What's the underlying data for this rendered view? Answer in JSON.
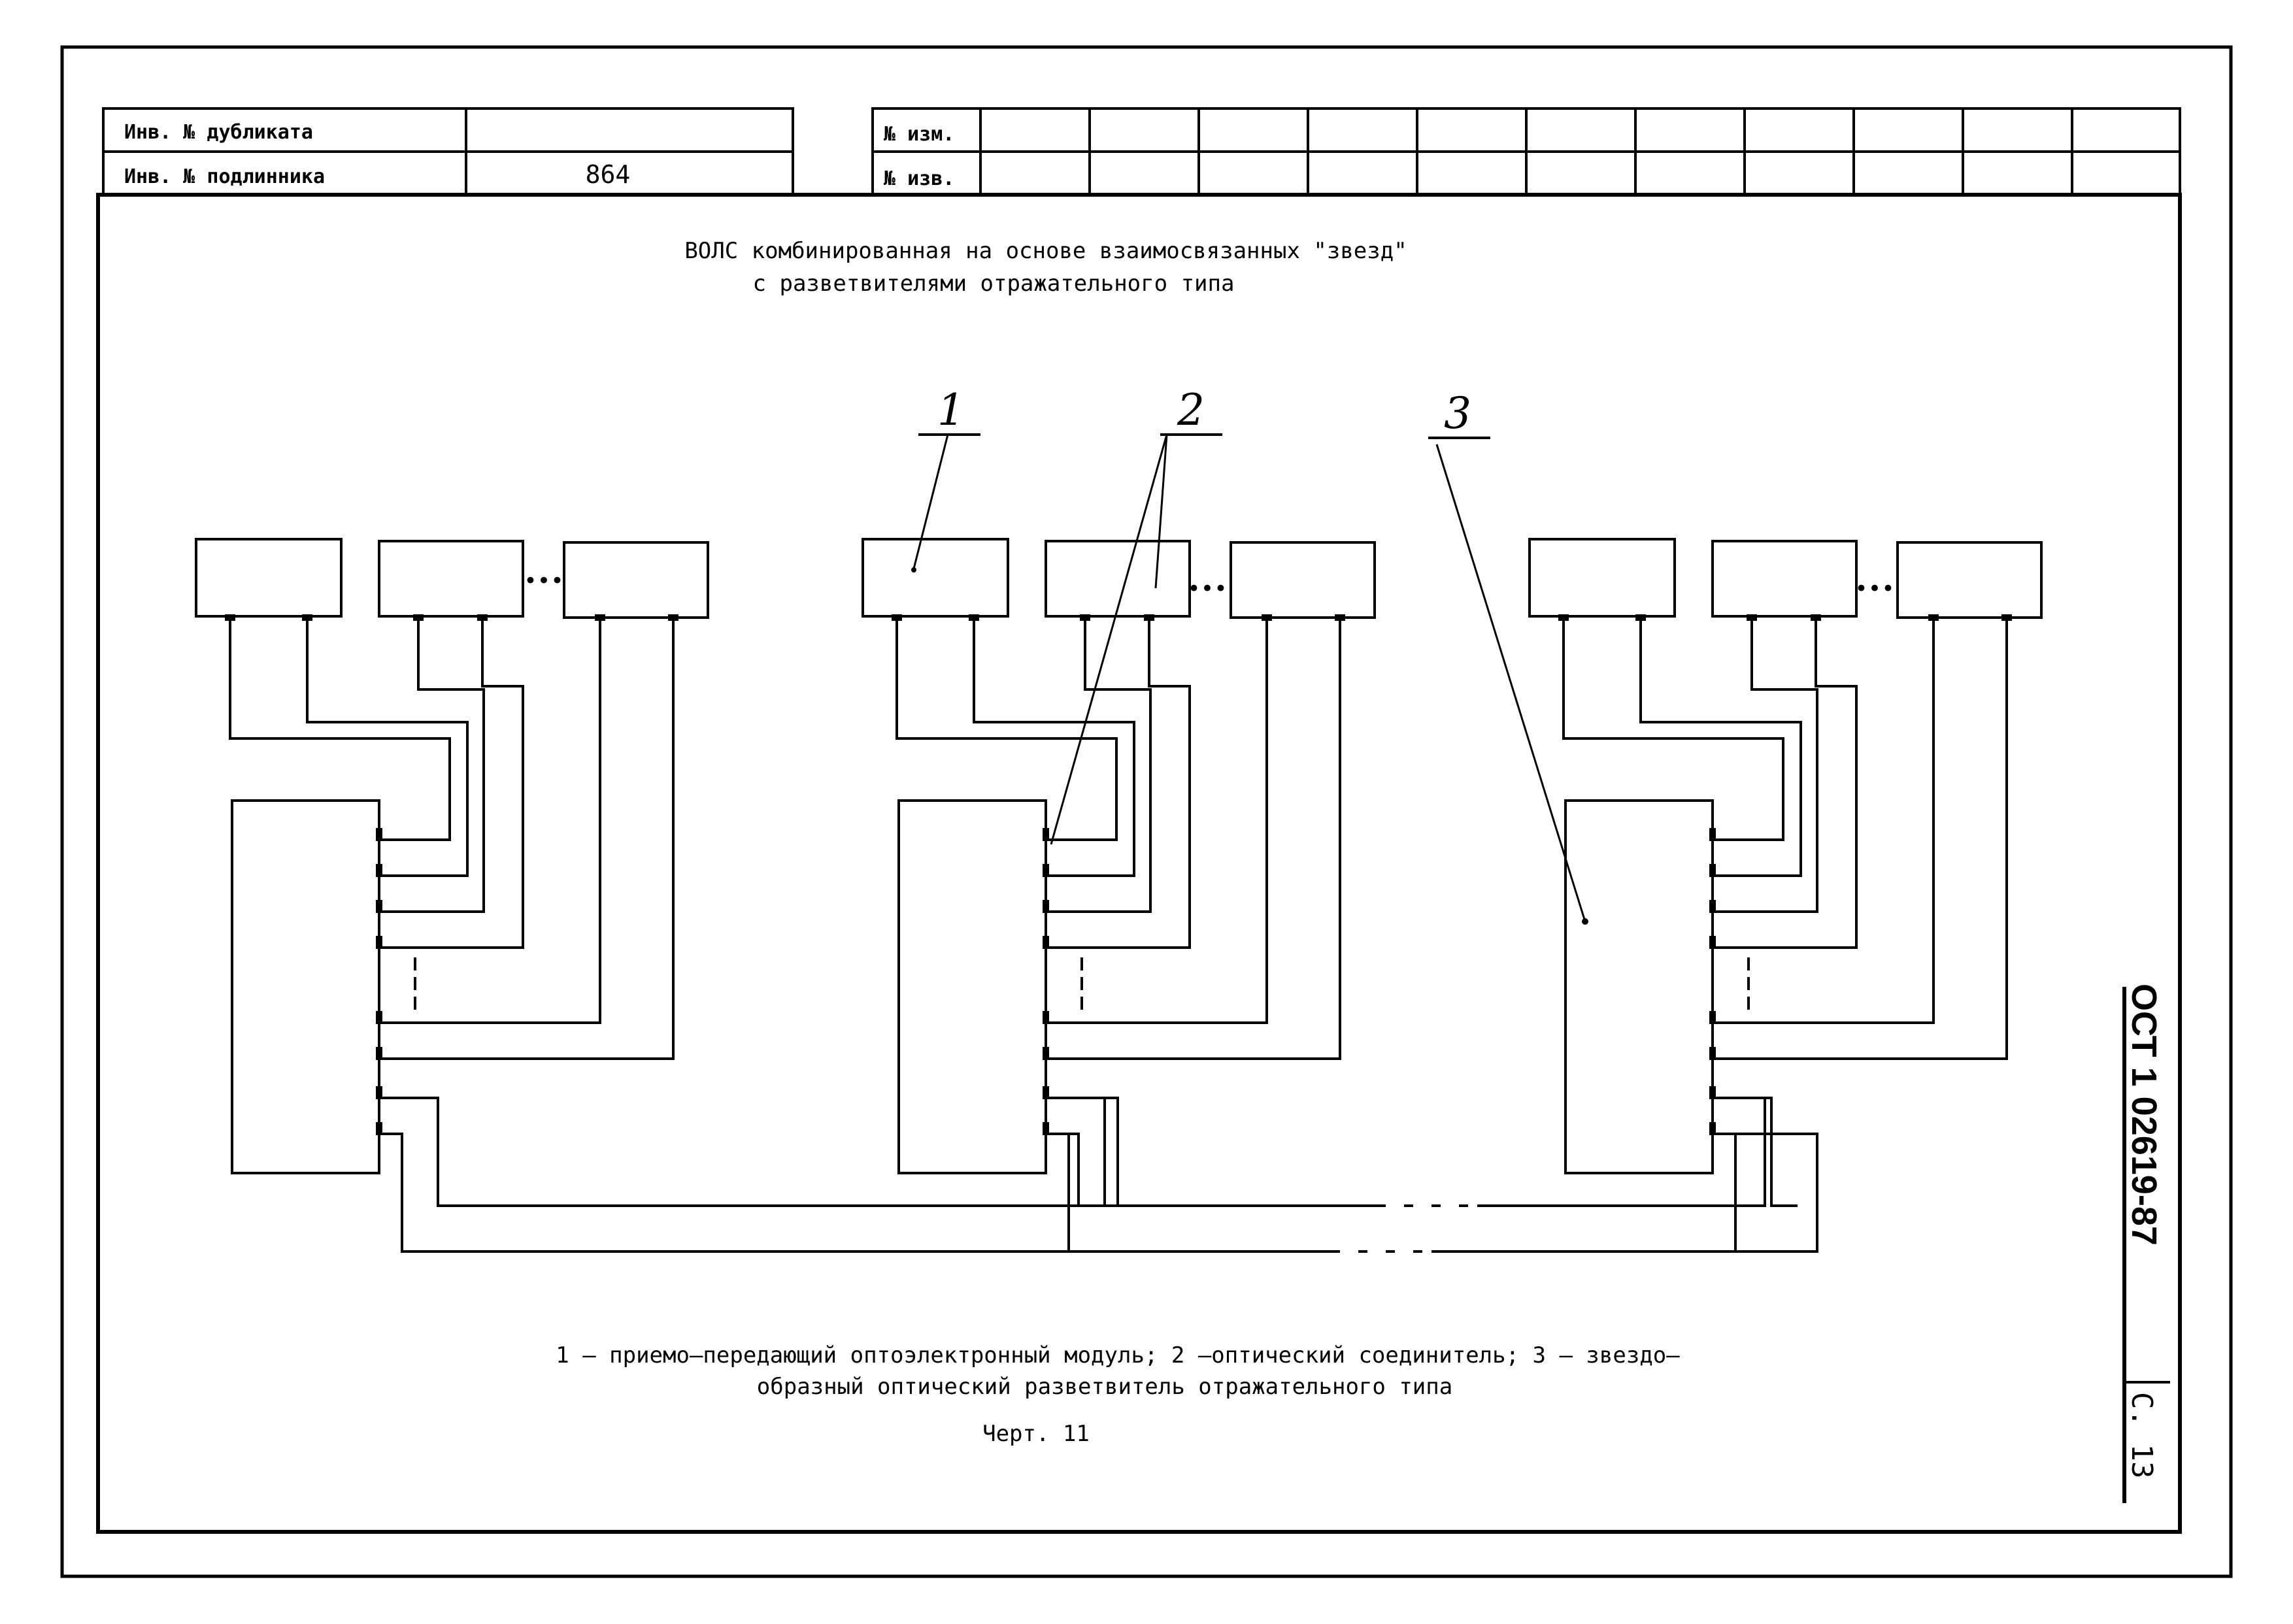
{
  "header": {
    "dup_inv_label": "Инв. № дубликата",
    "dup_inv_value": "",
    "orig_inv_label": "Инв. № подлинника",
    "orig_inv_value": "864",
    "change_no_label": "№ изм.",
    "notice_no_label": "№ изв."
  },
  "diagram": {
    "title_line1": "ВОЛС комбинированная на основе взаимосвязанных \"звезд\"",
    "title_line2": "с разветвителями  отражательного типа",
    "callout_1": "1",
    "callout_2": "2",
    "callout_3": "3",
    "ellipsis": "•••",
    "groups": [
      "left",
      "center",
      "right"
    ]
  },
  "legend": {
    "line1": "1 – приемо–передающий оптоэлектронный модуль; 2 –оптический  соединитель; 3 – звездо–",
    "line2": "образный оптический разветвитель отражательного типа",
    "caption": "Черт. 11"
  },
  "stamp": {
    "standard": "ОСТ 1 02619-87",
    "page": "С. 13"
  }
}
